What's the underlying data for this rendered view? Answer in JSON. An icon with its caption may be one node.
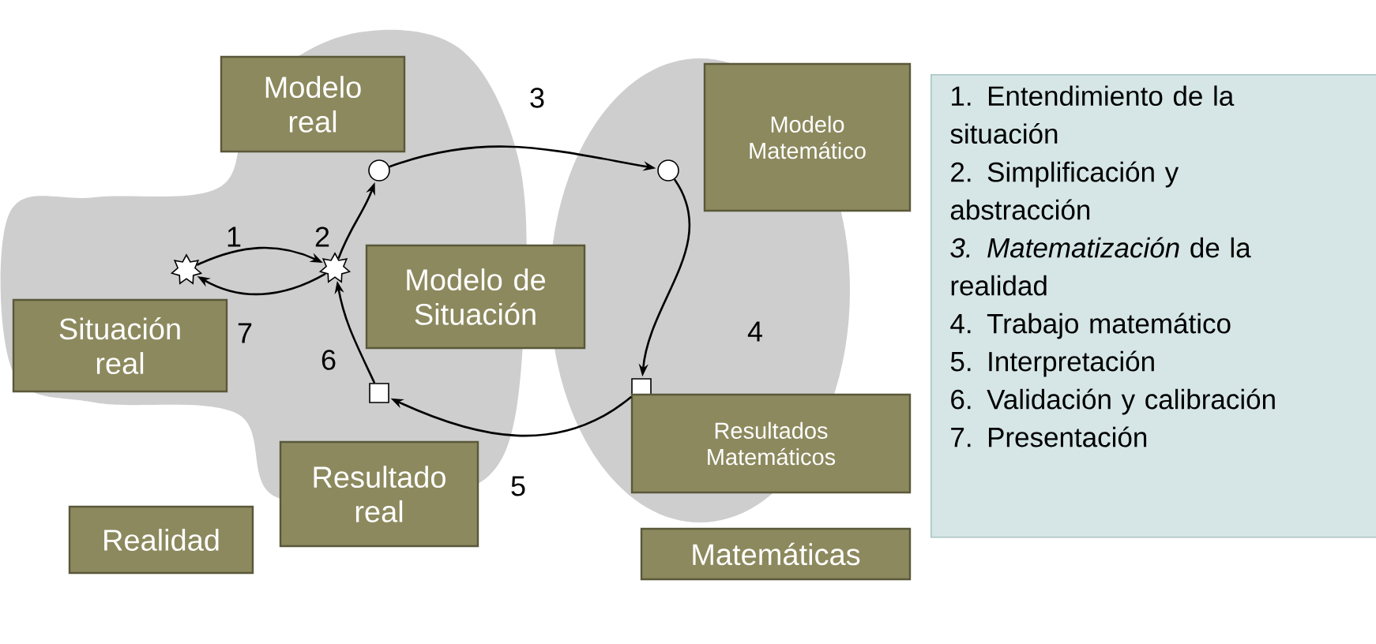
{
  "diagram": {
    "nodes": [
      {
        "text": [
          "Modelo real"
        ]
      },
      {
        "text": [
          "Modelo Matemático"
        ]
      },
      {
        "text": [
          "Modelo de Situación"
        ]
      },
      {
        "text": [
          "Situación real"
        ]
      },
      {
        "text": [
          "Resultados Matemáticos"
        ]
      },
      {
        "text": [
          "Resultado real"
        ]
      },
      {
        "text": [
          "Realidad"
        ]
      },
      {
        "text": [
          "Matemáticas"
        ]
      },
      {
        "text": [
          "1. Entendimiento de la situación",
          "2. Simplificación y abstracción",
          "*3. Matematización* de la realidad",
          "4. Trabajo matemático",
          "5. Interpretación",
          "6. Validación y calibración",
          "7. Presentación"
        ]
      },
      {
        "text": [],
        "shape": "star"
      },
      {
        "text": [],
        "shape": "star"
      },
      {
        "text": [],
        "shape": "circle"
      },
      {
        "text": [],
        "shape": "circle"
      },
      {
        "text": [],
        "shape": "box"
      },
      {
        "text": [],
        "shape": "box"
      }
    ],
    "edges": [
      {
        "from": 9,
        "to": 10,
        "arrow": "to",
        "label": "1"
      },
      {
        "from": 10,
        "to": 11,
        "arrow": "to",
        "label": "2"
      },
      {
        "from": 11,
        "to": 12,
        "arrow": "to",
        "label": "3"
      },
      {
        "from": 12,
        "to": 14,
        "arrow": "to",
        "label": "4"
      },
      {
        "from": 14,
        "to": 13,
        "arrow": "to",
        "label": "5"
      },
      {
        "from": 13,
        "to": 10,
        "arrow": "to",
        "label": "6"
      },
      {
        "from": 10,
        "to": 9,
        "arrow": "to",
        "label": "7"
      }
    ]
  }
}
